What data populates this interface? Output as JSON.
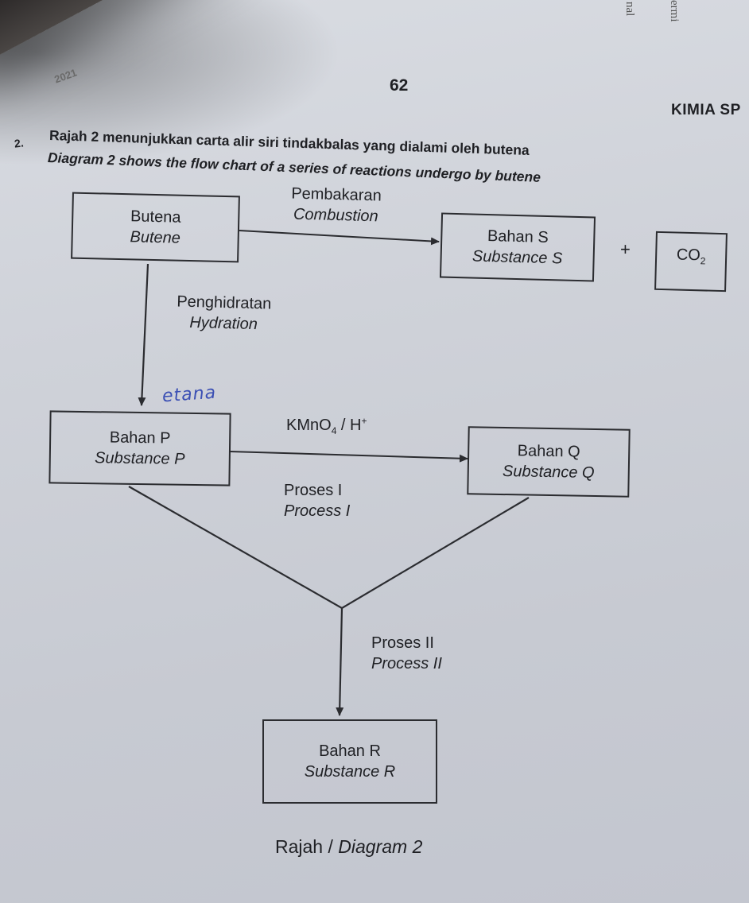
{
  "header": {
    "year_partial": "2021",
    "page_number": "62",
    "subject": "KIMIA SP",
    "margin_text": [
      "nal",
      "ermi"
    ]
  },
  "question": {
    "number": "2.",
    "text_ms": "Rajah 2 menunjukkan carta alir siri tindakbalas yang dialami oleh butena",
    "text_en": "Diagram 2 shows the flow chart of a series of reactions undergo by butene"
  },
  "diagram": {
    "nodes": {
      "butene": {
        "ms": "Butena",
        "en": "Butene"
      },
      "substance_s": {
        "ms": "Bahan S",
        "en": "Substance S"
      },
      "co2": {
        "label": "CO",
        "subscript": "2"
      },
      "substance_p": {
        "ms": "Bahan P",
        "en": "Substance P"
      },
      "substance_q": {
        "ms": "Bahan Q",
        "en": "Substance Q"
      },
      "substance_r": {
        "ms": "Bahan R",
        "en": "Substance R"
      }
    },
    "edges": {
      "combustion": {
        "ms": "Pembakaran",
        "en": "Combustion"
      },
      "plus": "+",
      "hydration": {
        "ms": "Penghidratan",
        "en": "Hydration"
      },
      "oxidation": {
        "reagent": "KMnO",
        "reagent_sub": "4",
        "sep": " / H",
        "sup": "+"
      },
      "process_1": {
        "ms": "Proses I",
        "en": "Process I"
      },
      "process_2": {
        "ms": "Proses II",
        "en": "Process II"
      }
    },
    "handwritten_note": "etana",
    "handwriting_color": "#3b4fb4"
  },
  "caption": {
    "ms": "Rajah / ",
    "en": "Diagram 2"
  }
}
